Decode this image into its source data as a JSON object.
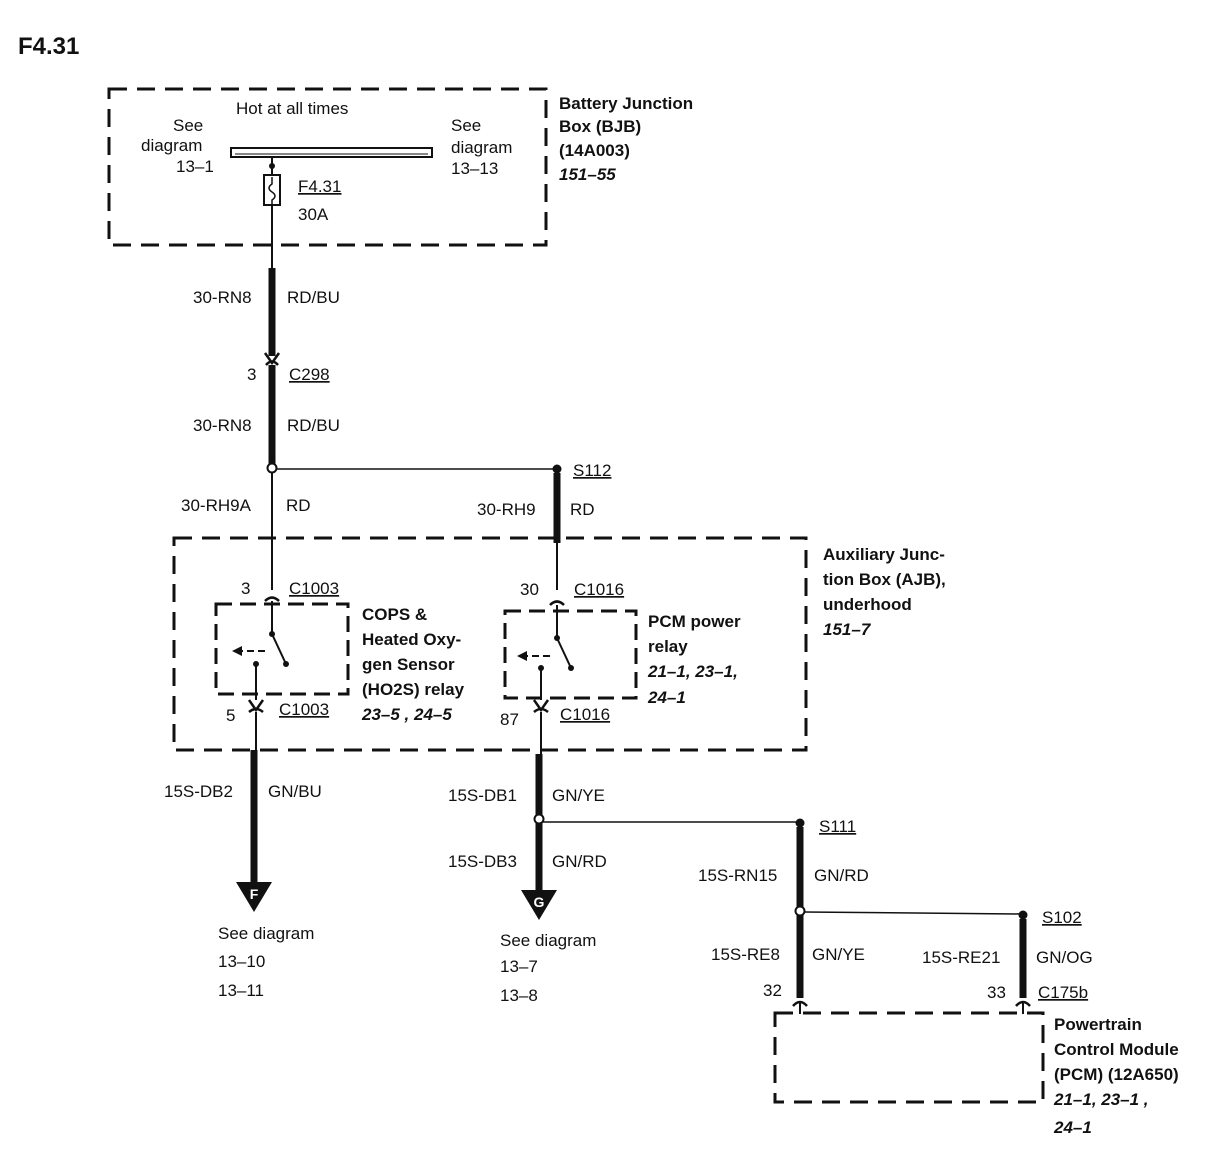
{
  "title": "F4.31",
  "bjb": {
    "hot": "Hot at all times",
    "left_see": "See",
    "left_diagram": "diagram",
    "left_ref": "13–1",
    "right_see": "See",
    "right_diagram": "diagram",
    "right_ref": "13–13",
    "fuse_id": "F4.31",
    "fuse_rating": "30A",
    "label1": "Battery Junction",
    "label2": "Box (BJB)",
    "label3": "(14A003)",
    "label4": "151–55"
  },
  "wires": {
    "w1_circuit": "30-RN8",
    "w1_color": "RD/BU",
    "c298_pin": "3",
    "c298": "C298",
    "w2_circuit": "30-RN8",
    "w2_color": "RD/BU",
    "s112": "S112",
    "w3_circuit": "30-RH9A",
    "w3_color": "RD",
    "w4_circuit": "30-RH9",
    "w4_color": "RD",
    "w5_circuit": "15S-DB2",
    "w5_color": "GN/BU",
    "w6_circuit": "15S-DB1",
    "w6_color": "GN/YE",
    "w7_circuit": "15S-DB3",
    "w7_color": "GN/RD",
    "s111": "S111",
    "w8_circuit": "15S-RN15",
    "w8_color": "GN/RD",
    "s102": "S102",
    "w9_circuit": "15S-RE8",
    "w9_color": "GN/YE",
    "w10_circuit": "15S-RE21",
    "w10_color": "GN/OG"
  },
  "ajb": {
    "label1": "Auxiliary Junc-",
    "label2": "tion Box (AJB),",
    "label3": "underhood",
    "label4": "151–7"
  },
  "relay1": {
    "in_pin": "3",
    "in_conn": "C1003",
    "out_pin": "5",
    "out_conn": "C1003",
    "label1": "COPS &",
    "label2": "Heated Oxy-",
    "label3": "gen Sensor",
    "label4": "(HO2S) relay",
    "label5": "23–5 , 24–5"
  },
  "relay2": {
    "in_pin": "30",
    "in_conn": "C1016",
    "out_pin": "87",
    "out_conn": "C1016",
    "label1": "PCM power",
    "label2": "relay",
    "label3": "21–1, 23–1,",
    "label4": "24–1"
  },
  "refF": {
    "letter": "F",
    "see": "See diagram",
    "ref1": "13–10",
    "ref2": "13–11"
  },
  "refG": {
    "letter": "G",
    "see": "See diagram",
    "ref1": "13–7",
    "ref2": "13–8"
  },
  "pcm": {
    "pin_a": "32",
    "pin_b": "33",
    "conn": "C175b",
    "label1": "Powertrain",
    "label2": "Control Module",
    "label3": "(PCM) (12A650)",
    "label4": "21–1, 23–1 ,",
    "label5": "24–1"
  }
}
